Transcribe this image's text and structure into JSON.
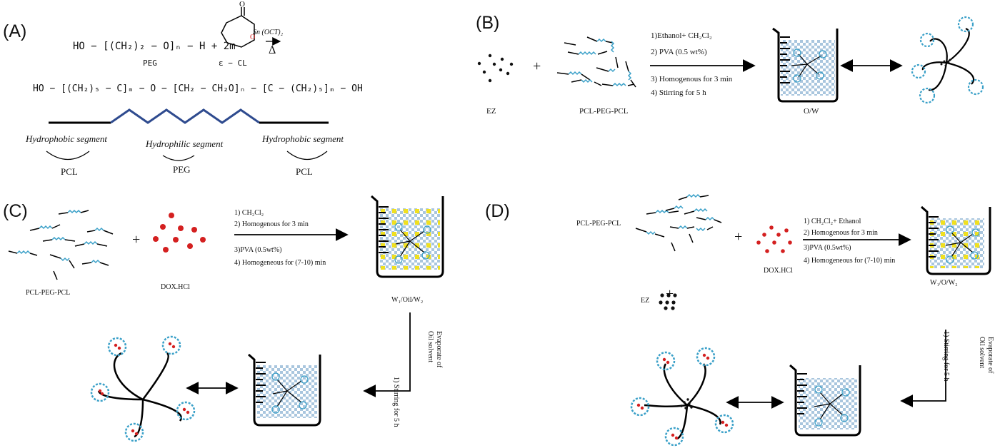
{
  "panels": {
    "a": {
      "label": "(A)",
      "eq1_left": "HO − [(CH₂)₂ − O]ₙ − H + 2m",
      "catalyst": "Sn (OCT)₂",
      "heat": "Δ",
      "peg_label": "PEG",
      "cl_label": "ε − CL",
      "eq2": "HO − [(CH₂)₅ − C]ₘ − O − [CH₂ − CH₂O]ₙ − [C − (CH₂)₅]ₘ − OH",
      "segments": [
        {
          "name": "Hydrophobic segment",
          "polymer": "PCL"
        },
        {
          "name": "Hydrophilic segment",
          "polymer": "PEG"
        },
        {
          "name": "Hydrophobic segment",
          "polymer": "PCL"
        }
      ]
    },
    "b": {
      "label": "(B)",
      "drug": "EZ",
      "polymer": "PCL-PEG-PCL",
      "plus": "+",
      "steps": [
        "1)Ethanol+ CH₂Cl₂",
        "2) PVA (0.5 wt%)",
        "3) Homogenous for 3 min",
        "4) Stirring for 5 h"
      ],
      "emulsion": "O/W"
    },
    "c": {
      "label": "(C)",
      "polymer": "PCL-PEG-PCL",
      "drug": "DOX.HCl",
      "plus": "+",
      "steps": [
        "1)    CH₂Cl₂",
        "2)    Homogenous for 3 min",
        "3)PVA (0.5wt%)",
        "4)    Homogeneous for (7-10) min"
      ],
      "emulsion": "W₁/Oil/W₂",
      "down_step": "1) Stirring for 5 h",
      "evaporate": [
        "Evaporate of",
        "Oil solvent"
      ]
    },
    "d": {
      "label": "(D)",
      "polymer": "PCL-PEG-PCL",
      "drug": "DOX.HCl",
      "drug2": "EZ",
      "plus": "+",
      "steps": [
        "1) CH₂Cl₂+ Ethanol",
        "2) Homogenous for 3 min",
        "3)PVA (0.5wt%)",
        "4) Homogeneous for (7-10) min"
      ],
      "emulsion": "W₁/O/W₂",
      "down_step": "1) Stirring for 5 h",
      "evaporate": [
        "Evaporate of",
        "Oil solvent"
      ]
    }
  },
  "colors": {
    "chain": "#3aa0c8",
    "dox": "#d42020",
    "backbone": "#2f4b8f",
    "yellow": "#f0e020",
    "water": "#a9c6de"
  }
}
